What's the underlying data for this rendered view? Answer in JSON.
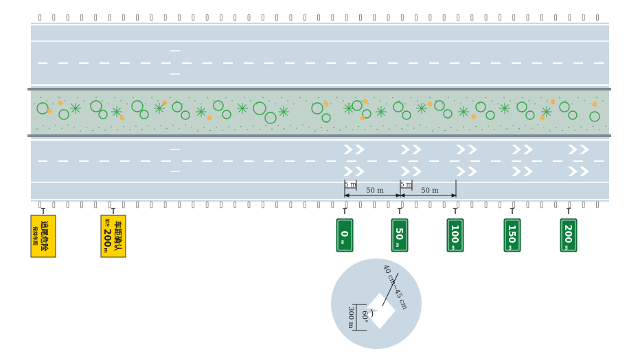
{
  "colors": {
    "road": "#c9d8e2",
    "median": "#c2d3cc",
    "marking": "#ffffff",
    "sign_yellow": "#ffd200",
    "sign_green": "#0e7d3c",
    "circle_bg": "#c9d8e2",
    "plant": "#2fa646",
    "flower": "#f7b23b"
  },
  "dimensions": {
    "gap1": "5 m",
    "span1": "50 m",
    "gap2": "5 m",
    "span2": "50 m"
  },
  "warning_signs": [
    {
      "line1": "追尾危险",
      "line2": "保持车距"
    },
    {
      "line1": "车距确认",
      "small": "前方",
      "value": "200",
      "unit": "m"
    }
  ],
  "distance_markers": [
    {
      "value": "0",
      "unit": "m"
    },
    {
      "value": "50",
      "unit": "m"
    },
    {
      "value": "100",
      "unit": "m"
    },
    {
      "value": "150",
      "unit": "m"
    },
    {
      "value": "200",
      "unit": "m"
    }
  ],
  "detail": {
    "width_label": "40 cm~45 cm",
    "angle_label": "60°",
    "length_label": "300 m"
  }
}
